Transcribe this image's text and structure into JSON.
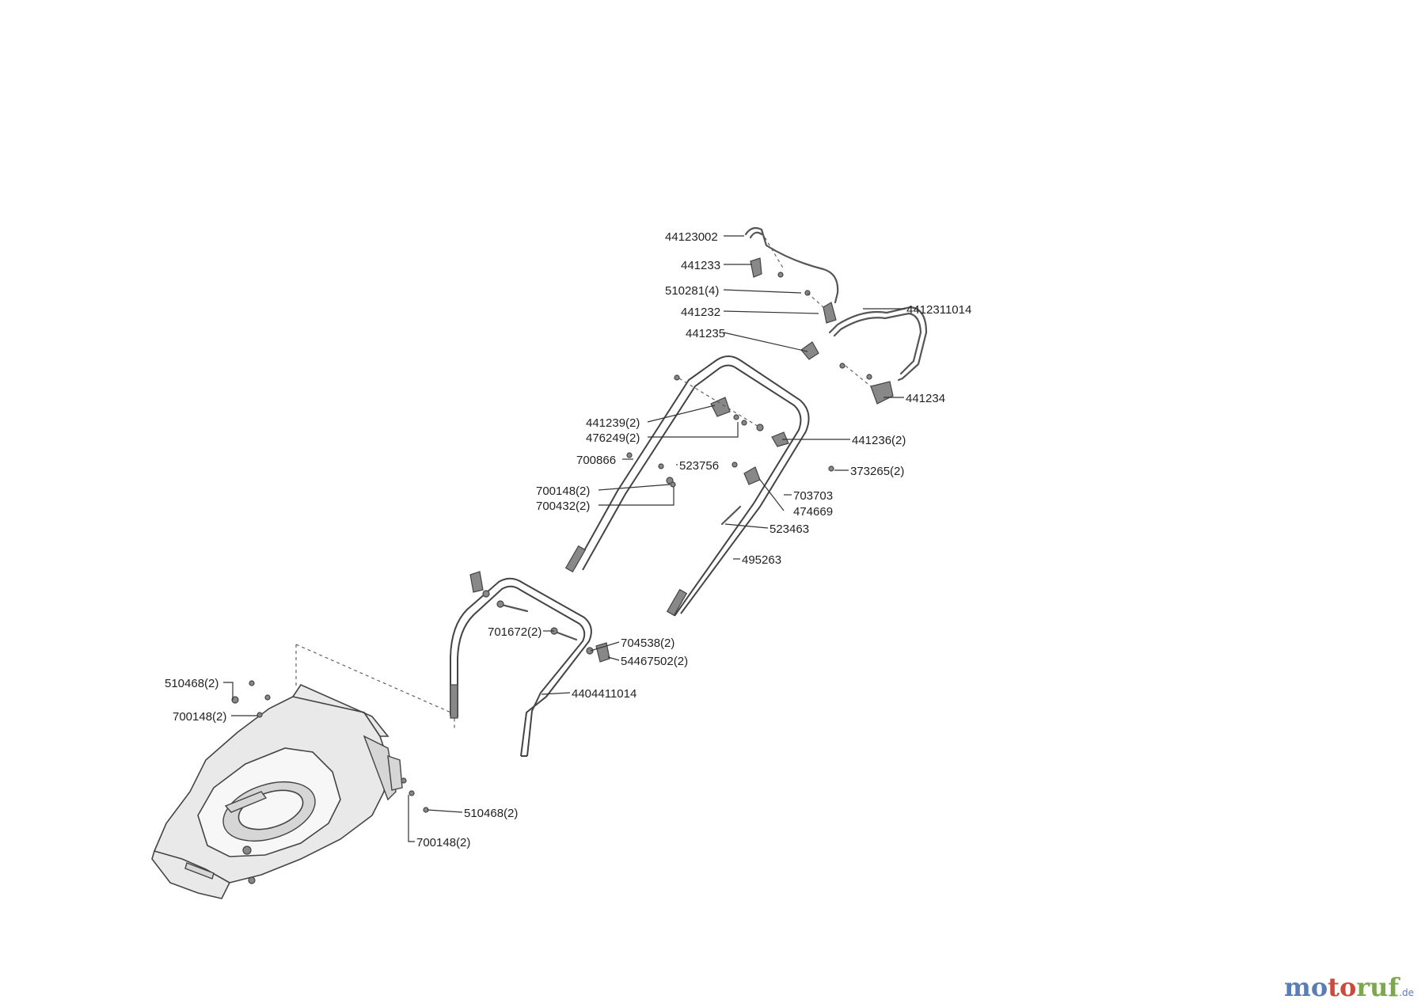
{
  "diagram": {
    "labels": [
      {
        "id": "l1",
        "text": "44123002"
      },
      {
        "id": "l2",
        "text": "441233"
      },
      {
        "id": "l3",
        "text": "510281(4)"
      },
      {
        "id": "l4",
        "text": "441232"
      },
      {
        "id": "l5",
        "text": "4412311014"
      },
      {
        "id": "l6",
        "text": "441235"
      },
      {
        "id": "l7",
        "text": "441234"
      },
      {
        "id": "l8",
        "text": "441239(2)"
      },
      {
        "id": "l9",
        "text": "476249(2)"
      },
      {
        "id": "l10",
        "text": "441236(2)"
      },
      {
        "id": "l11",
        "text": "700866"
      },
      {
        "id": "l12",
        "text": "523756"
      },
      {
        "id": "l13",
        "text": "373265(2)"
      },
      {
        "id": "l14",
        "text": "700148(2)"
      },
      {
        "id": "l15",
        "text": "700432(2)"
      },
      {
        "id": "l16",
        "text": "703703"
      },
      {
        "id": "l17",
        "text": "474669"
      },
      {
        "id": "l18",
        "text": "523463"
      },
      {
        "id": "l19",
        "text": "495263"
      },
      {
        "id": "l20",
        "text": "701672(2)"
      },
      {
        "id": "l21",
        "text": "704538(2)"
      },
      {
        "id": "l22",
        "text": "54467502(2)"
      },
      {
        "id": "l23",
        "text": "4404411014"
      },
      {
        "id": "l24",
        "text": "510468(2)"
      },
      {
        "id": "l25",
        "text": "700148(2)"
      },
      {
        "id": "l26",
        "text": "510468(2)"
      },
      {
        "id": "l27",
        "text": "700148(2)"
      }
    ]
  },
  "watermark": {
    "part1": "mo",
    "part2": "to",
    "part3": "ruf",
    "tld": ".de"
  }
}
